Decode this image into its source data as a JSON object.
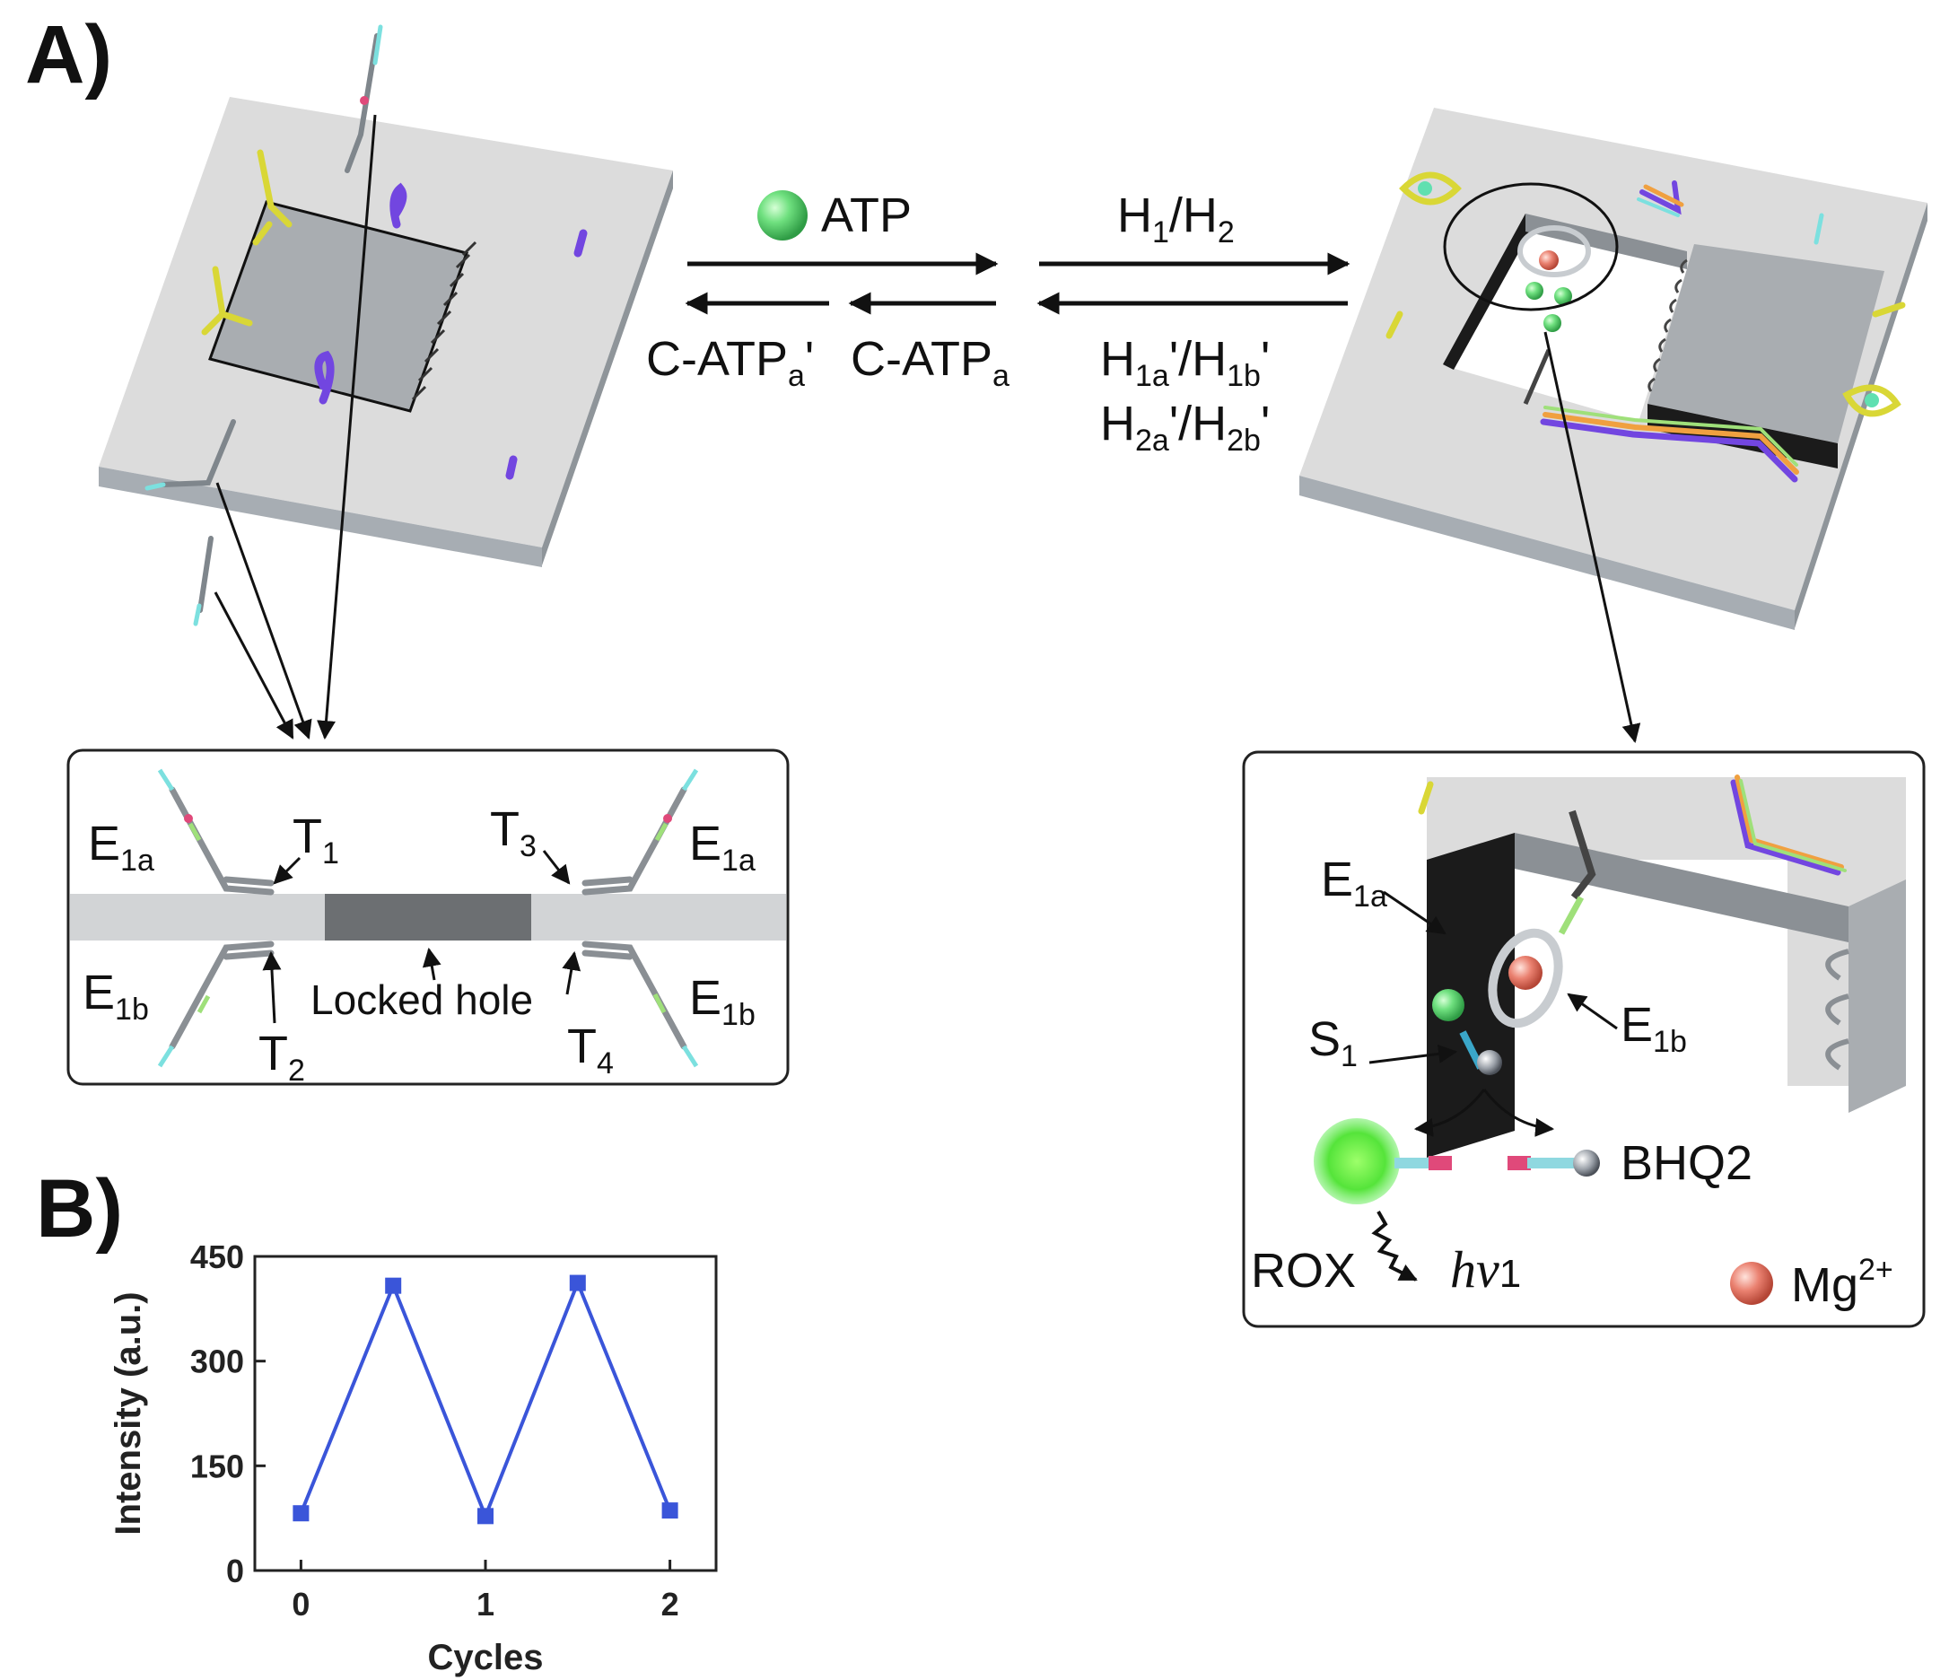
{
  "panelA": {
    "label": "A)"
  },
  "panelB": {
    "label": "B)"
  },
  "arrows": {
    "atp": "ATP",
    "h1h2_main": "H",
    "h1h2_sub1": "1",
    "h1h2_slash": "/H",
    "h1h2_sub2": "2",
    "catp_prime_main": "C-ATP",
    "catp_prime_sub": "a",
    "catp_prime_tick": "'",
    "catp_main": "C-ATP",
    "catp_sub": "a",
    "h1_line": {
      "a": "H",
      "a_sub": "1a",
      "mid": "'/H",
      "b_sub": "1b",
      "end": "'"
    },
    "h2_line": {
      "a": "H",
      "a_sub": "2a",
      "mid": "'/H",
      "b_sub": "2b",
      "end": "'"
    }
  },
  "inset_left": {
    "e1a_left": {
      "main": "E",
      "sub": "1a"
    },
    "e1a_right": {
      "main": "E",
      "sub": "1a"
    },
    "e1b_left": {
      "main": "E",
      "sub": "1b"
    },
    "e1b_right": {
      "main": "E",
      "sub": "1b"
    },
    "t1": {
      "main": "T",
      "sub": "1"
    },
    "t2": {
      "main": "T",
      "sub": "2"
    },
    "t3": {
      "main": "T",
      "sub": "3"
    },
    "t4": {
      "main": "T",
      "sub": "4"
    },
    "locked_hole": "Locked hole"
  },
  "inset_right": {
    "e1a": {
      "main": "E",
      "sub": "1a"
    },
    "e1b": {
      "main": "E",
      "sub": "1b"
    },
    "s1": {
      "main": "S",
      "sub": "1"
    },
    "bhq2": "BHQ2",
    "rox": "ROX",
    "hv": "hv",
    "hv_sub": "1",
    "mg": "Mg",
    "mg_sup": "2+"
  },
  "colors": {
    "atp_green": "#4ed36a",
    "mg_red": "#e06b5e",
    "plot_blue": "#3a55d9",
    "surface": "#dcdcdc",
    "purple": "#6b3fd6",
    "yellow": "#e6e44a"
  },
  "chart_data": {
    "type": "line",
    "xlabel": "Cycles",
    "ylabel": "Intensity (a.u.)",
    "xlim": [
      -0.25,
      2.25
    ],
    "ylim": [
      0,
      450
    ],
    "xticks": [
      0,
      1,
      2
    ],
    "yticks": [
      0,
      150,
      300,
      450
    ],
    "series": [
      {
        "x": [
          0,
          0.5,
          1,
          1.5,
          2
        ],
        "values": [
          82,
          408,
          78,
          412,
          86
        ]
      }
    ]
  }
}
